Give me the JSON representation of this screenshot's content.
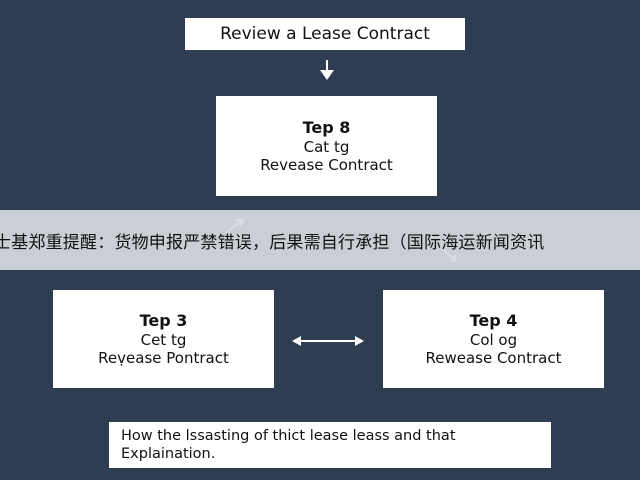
{
  "colors": {
    "background": "#2f3d52",
    "box": "#ffffff",
    "text": "#111111",
    "banner": "#d6dae0"
  },
  "title": "Review a Lease Contract",
  "steps": [
    {
      "id": "step8",
      "title": "Tep 8",
      "lines": [
        "Cat tg",
        "Revease Contract"
      ]
    },
    {
      "id": "step3",
      "title": "Tep 3",
      "lines": [
        "Cet tg",
        "Reṿease Pontract"
      ]
    },
    {
      "id": "step4",
      "title": "Tep 4",
      "lines": [
        "Col og",
        "Rewease Contract"
      ]
    }
  ],
  "note": {
    "line1": "How the lssasting of thict lease leass and that",
    "line2": "Explaination."
  },
  "banner": {
    "text": "士基郑重提醒：货物申报严禁错误，后果需自行承担（国际海运新闻资讯"
  },
  "icons": [
    "arrow-down-icon",
    "arrow-up-right-icon",
    "arrow-down-right-icon",
    "arrow-double-horizontal-icon"
  ]
}
